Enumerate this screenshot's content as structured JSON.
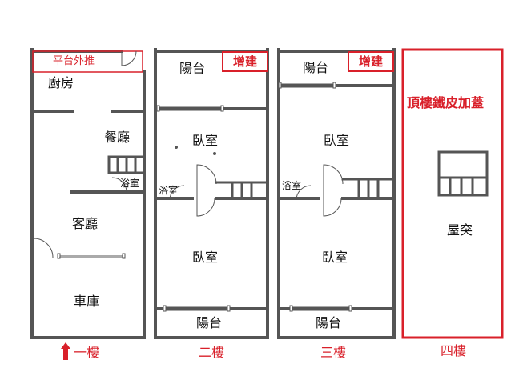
{
  "floor1": {
    "balcony_ext": "平台外推",
    "kitchen": "廚房",
    "dining": "餐廳",
    "bath": "浴室",
    "living": "客廳",
    "garage": "車庫",
    "caption": "一樓"
  },
  "floor2": {
    "balcony_top": "陽台",
    "addition": "增建",
    "bedroom_top": "臥室",
    "bath": "浴室",
    "bedroom_bottom": "臥室",
    "balcony_bottom": "陽台",
    "caption": "二樓"
  },
  "floor3": {
    "balcony_top": "陽台",
    "addition": "增建",
    "bedroom_top": "臥室",
    "bath": "浴室",
    "bedroom_bottom": "臥室",
    "balcony_bottom": "陽台",
    "caption": "三樓"
  },
  "floor4": {
    "roof_addition": "頂樓鐵皮加蓋",
    "roof_room": "屋突",
    "caption": "四樓"
  },
  "colors": {
    "wall": "#555555",
    "accent": "#d9202a"
  }
}
